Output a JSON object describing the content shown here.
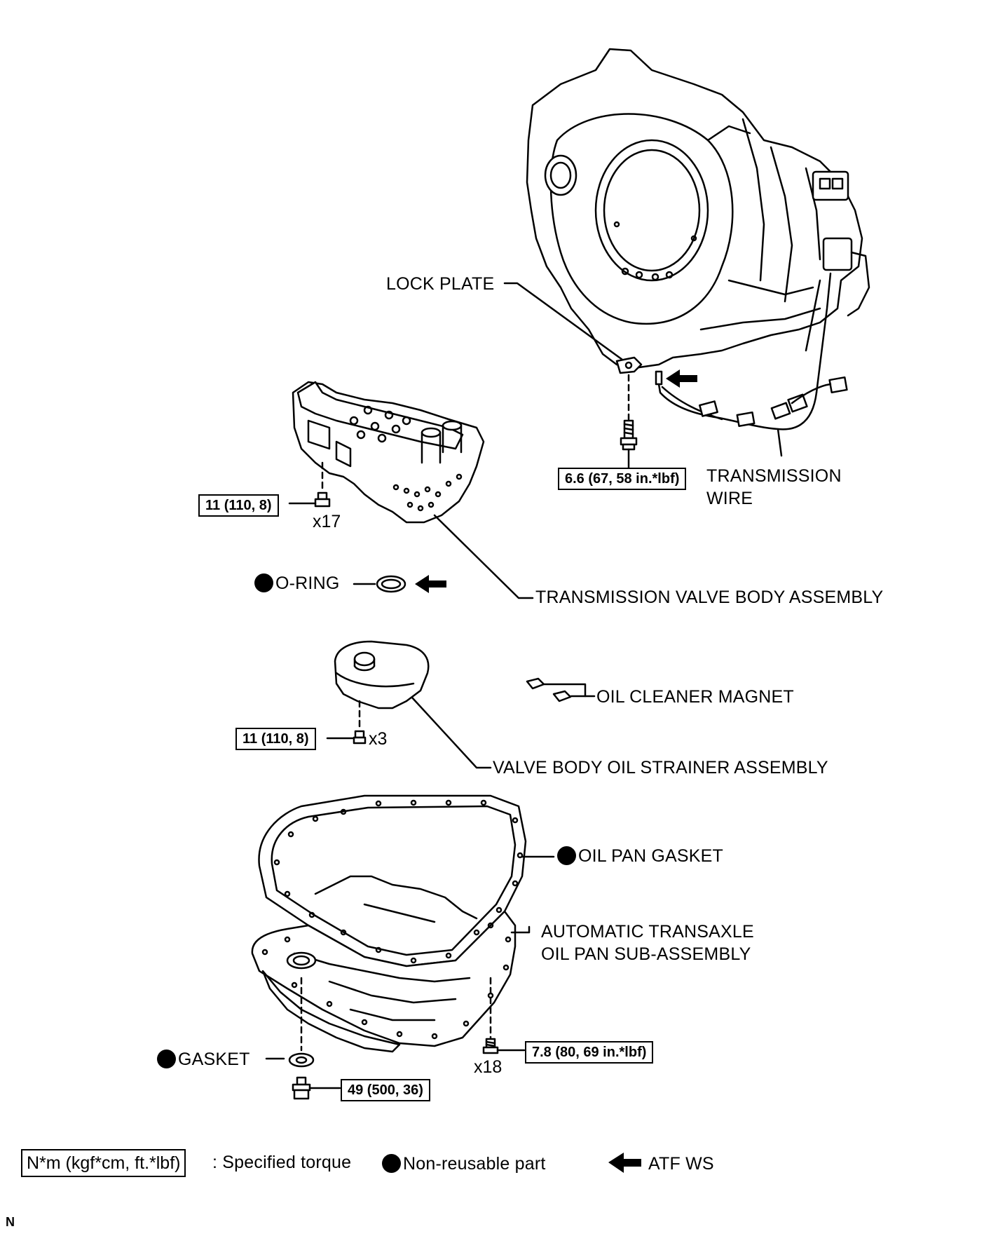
{
  "labels": {
    "lock_plate": "LOCK PLATE",
    "transmission_wire_1": "TRANSMISSION",
    "transmission_wire_2": "WIRE",
    "valve_body_assembly": "TRANSMISSION VALVE BODY ASSEMBLY",
    "o_ring": "O-RING",
    "oil_cleaner_magnet": "OIL CLEANER MAGNET",
    "valve_body_oil_strainer": "VALVE BODY OIL STRAINER ASSEMBLY",
    "oil_pan_gasket": "OIL PAN GASKET",
    "oil_pan_sub_assembly_1": "AUTOMATIC TRANSAXLE",
    "oil_pan_sub_assembly_2": "OIL PAN SUB-ASSEMBLY",
    "gasket": "GASKET"
  },
  "torques": {
    "lock_plate_bolt": "6.6 (67, 58 in.*lbf)",
    "valve_body_bolts": "11 (110, 8)",
    "strainer_bolts": "11 (110, 8)",
    "oil_pan_bolts": "7.8 (80, 69 in.*lbf)",
    "drain_plug": "49 (500, 36)"
  },
  "counts": {
    "valve_body_bolts": "x17",
    "strainer_bolts": "x3",
    "oil_pan_bolts": "x18"
  },
  "legend": {
    "torque_format": "N*m (kgf*cm, ft.*lbf)",
    "torque_desc": ": Specified torque",
    "non_reusable": "Non-reusable part",
    "atf": "ATF WS"
  },
  "figure_code": "N",
  "icons": {
    "non_reusable_marker": "filled-circle-icon",
    "atf_marker": "left-arrow-icon"
  }
}
